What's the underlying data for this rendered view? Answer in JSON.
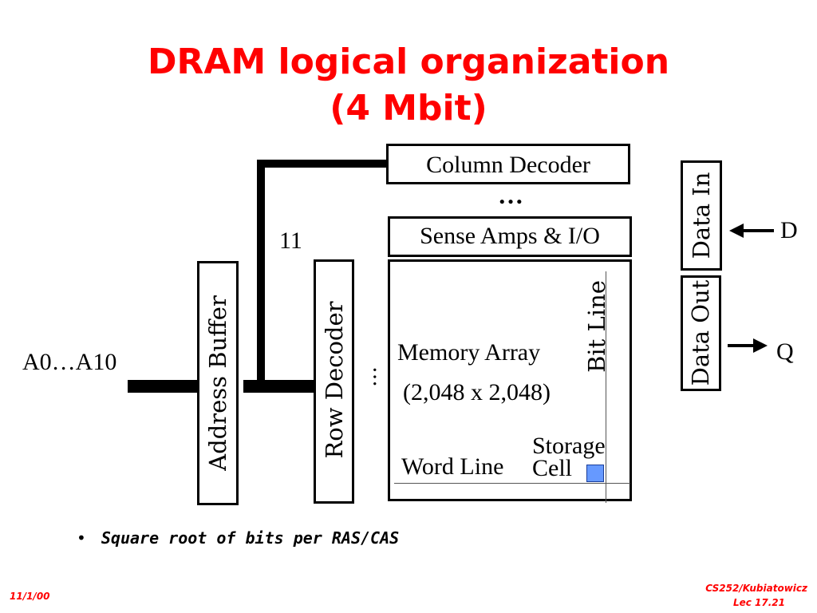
{
  "slide": {
    "title_line1": "DRAM logical organization",
    "title_line2": "(4 Mbit)",
    "bullet_text": "Square root of bits per RAS/CAS",
    "footer_date": "11/1/00",
    "footer_course": "CS252/Kubiatowicz",
    "footer_lecture": "Lec 17.21"
  },
  "diagram": {
    "column_decoder": "Column Decoder",
    "col_dots": "…",
    "sense_amps": "Sense Amps & I/O",
    "memory_array": "Memory Array",
    "array_size": "(2,048 x 2,048)",
    "bit_line": "Bit Line",
    "word_line": "Word Line",
    "storage_cell": "Storage\nCell",
    "address_buffer": "Address Buffer",
    "row_decoder": "Row Decoder",
    "row_dots": "…",
    "address_input": "A0…A10",
    "bus_width": "11",
    "data_in": "Data In",
    "data_out": "Data Out",
    "d_label": "D",
    "q_label": "Q",
    "colors": {
      "title": "#ff0000",
      "storage_cell_fill": "#6699ff",
      "footer": "#ff0000"
    }
  }
}
